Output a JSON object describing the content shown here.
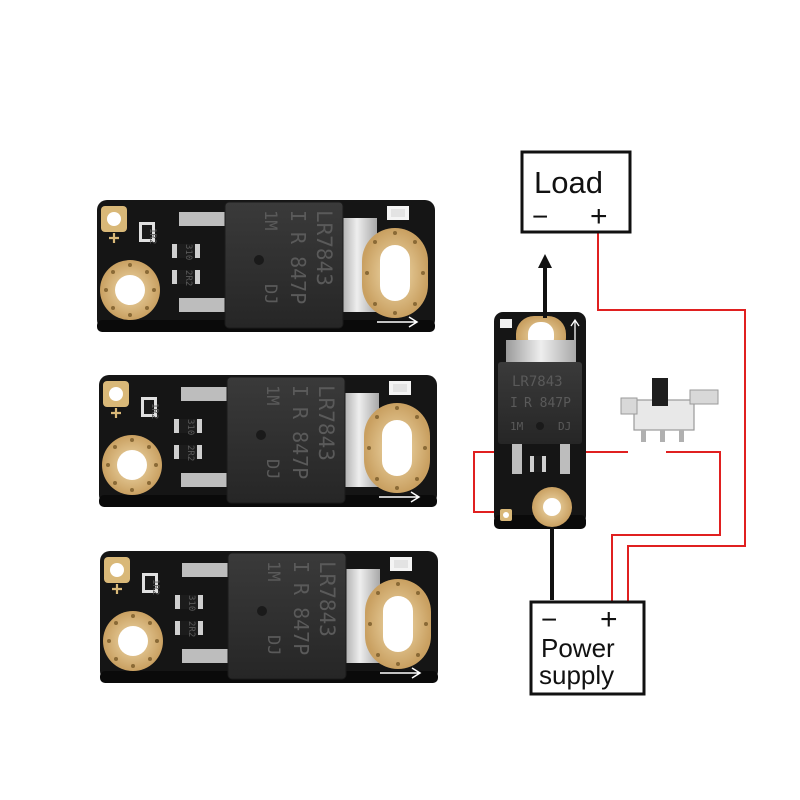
{
  "boards": [
    {
      "part": "LR7843",
      "logo": "I",
      "mark": "R 847P",
      "code": "1M",
      "date": "DJ",
      "res1": "1R2",
      "res2": "310",
      "res3": "2R2"
    },
    {
      "part": "LR7843",
      "logo": "I",
      "mark": "R 847P",
      "code": "1M",
      "date": "DJ",
      "res1": "1R2",
      "res2": "310",
      "res3": "2R2"
    },
    {
      "part": "LR7843",
      "logo": "I",
      "mark": "R 847P",
      "code": "1M",
      "date": "DJ",
      "res1": "1R2",
      "res2": "310",
      "res3": "2R2"
    }
  ],
  "wiring": {
    "load_box": {
      "title": "Load",
      "minus": "−",
      "plus": "+"
    },
    "power_box": {
      "line1": "Power",
      "line2": "supply",
      "minus": "−",
      "plus": "+"
    },
    "module": {
      "part": "LR7843",
      "logo": "I",
      "mark": "R 847P",
      "code": "1M",
      "date": "DJ"
    },
    "colors": {
      "wire_red": "#e02020",
      "wire_black": "#111111",
      "pcb": "#151515",
      "pad": "#d9b878"
    }
  }
}
